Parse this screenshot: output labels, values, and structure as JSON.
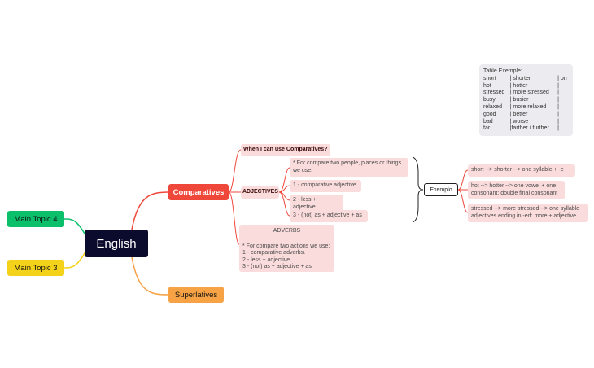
{
  "central": {
    "label": "English"
  },
  "left_topics": [
    {
      "label": "Main Topic 4",
      "color": "#0bbf6b"
    },
    {
      "label": "Main Topic 3",
      "color": "#f4d21a"
    }
  ],
  "comparatives": {
    "label": "Comparatives",
    "color": "#f0473b",
    "when_label": "When I can use Comparatives?",
    "adjectives": {
      "label": "ADJECTIVES",
      "items": [
        "* For compare two people, places or things we use:",
        "1 - comparative adjective",
        "2 - less + adjective",
        "3 - (not) as + adjective + as"
      ]
    },
    "adverbs": {
      "title": "ADVERBS",
      "lines": [
        "* For compare two actions we use:",
        "1 - comparative adverbs.",
        "2 - less + adjective",
        "3 - (not) as + adjective + as"
      ]
    },
    "exemplo": {
      "label": "Exemplo",
      "items": [
        "short --> shorter -->  one syllable  + -e",
        "hot --> hotter --> one vowel + one consonant: double final consonant",
        "stressed --> more stressed --> one syllable adjectives ending in -ed: more + adjective"
      ]
    }
  },
  "superlatives": {
    "label": "Superlatives",
    "color": "#f6a245"
  },
  "table_example": {
    "title": "Table Exemple:",
    "rows": [
      [
        "short",
        "| shorter",
        "| on"
      ],
      [
        "hot",
        "| hotter",
        "|"
      ],
      [
        "stressed",
        "| more stressed",
        "|"
      ],
      [
        "busy",
        "| busier",
        "|"
      ],
      [
        "relaxed",
        "| more relaxed",
        "|"
      ],
      [
        "good",
        "| better",
        "|"
      ],
      [
        "bad",
        "| worse",
        "|"
      ],
      [
        "far",
        "|farther / further",
        "|"
      ]
    ]
  }
}
